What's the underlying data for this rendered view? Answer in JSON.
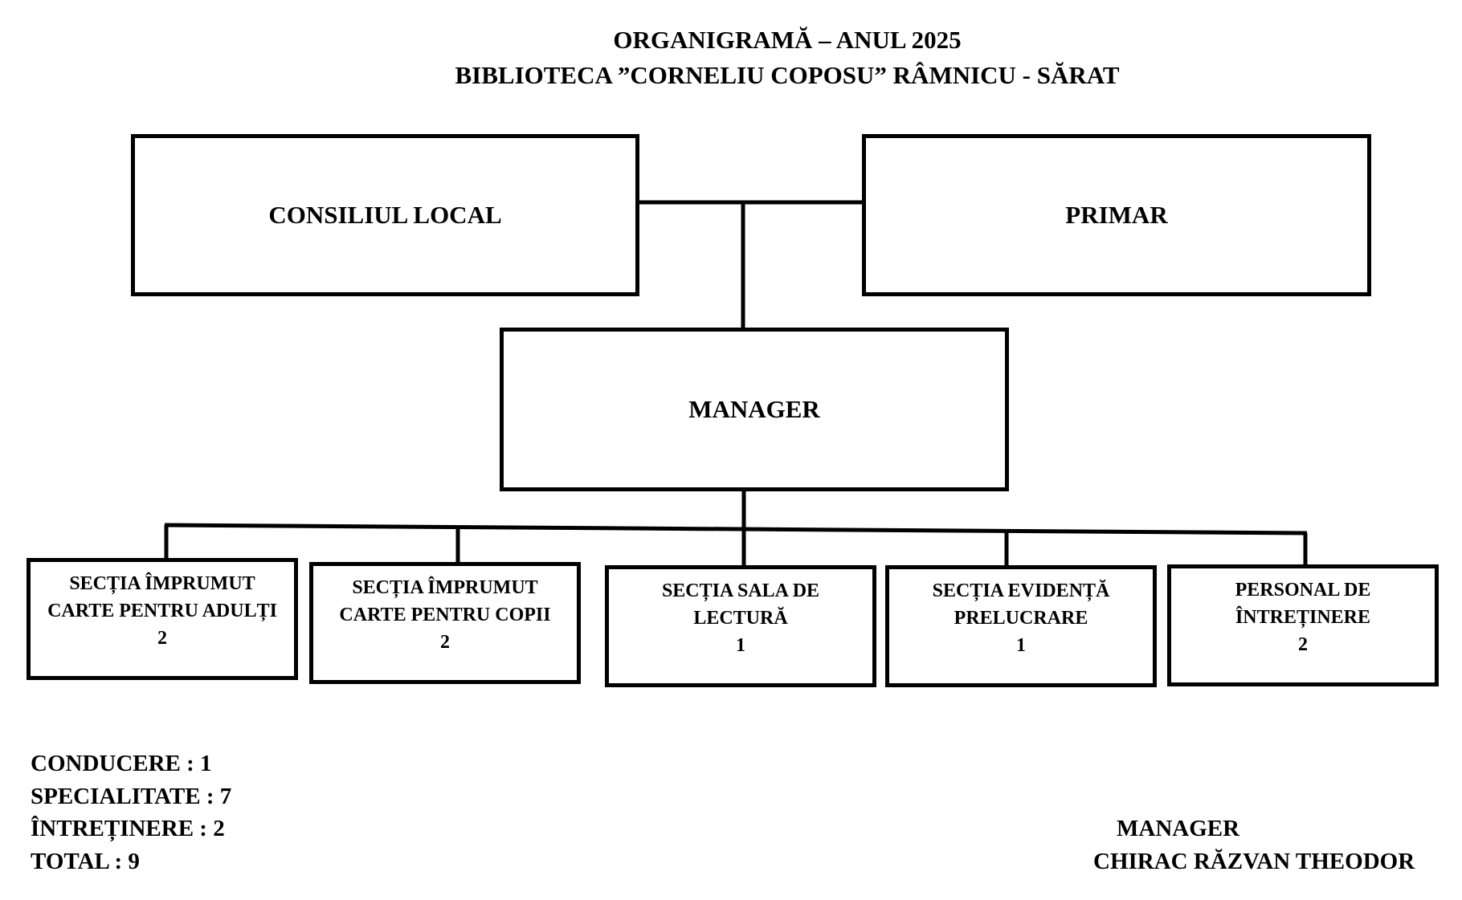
{
  "title": {
    "line1": "ORGANIGRAMĂ – ANUL 2025",
    "line2": "BIBLIOTECA  ”CORNELIU COPOSU”  RÂMNICU - SĂRAT"
  },
  "top_boxes": {
    "council": "CONSILIUL LOCAL",
    "mayor": "PRIMAR",
    "manager": "MANAGER"
  },
  "sections": [
    {
      "name": "SECȚIA ÎMPRUMUT CARTE PENTRU ADULȚI",
      "count": "2"
    },
    {
      "name": "SECȚIA ÎMPRUMUT CARTE PENTRU COPII",
      "count": "2"
    },
    {
      "name": "SECȚIA SALA DE LECTURĂ",
      "count": "1"
    },
    {
      "name": "SECȚIA EVIDENȚĂ PRELUCRARE",
      "count": "1"
    },
    {
      "name": "PERSONAL DE ÎNTREȚINERE",
      "count": "2"
    }
  ],
  "staff_summary": {
    "conducere": "CONDUCERE : 1",
    "specialitate": "SPECIALITATE : 7",
    "intretinere": "ÎNTREȚINERE : 2",
    "total": "TOTAL : 9"
  },
  "signature": {
    "role": "MANAGER",
    "name": "CHIRAC RĂZVAN THEODOR"
  }
}
